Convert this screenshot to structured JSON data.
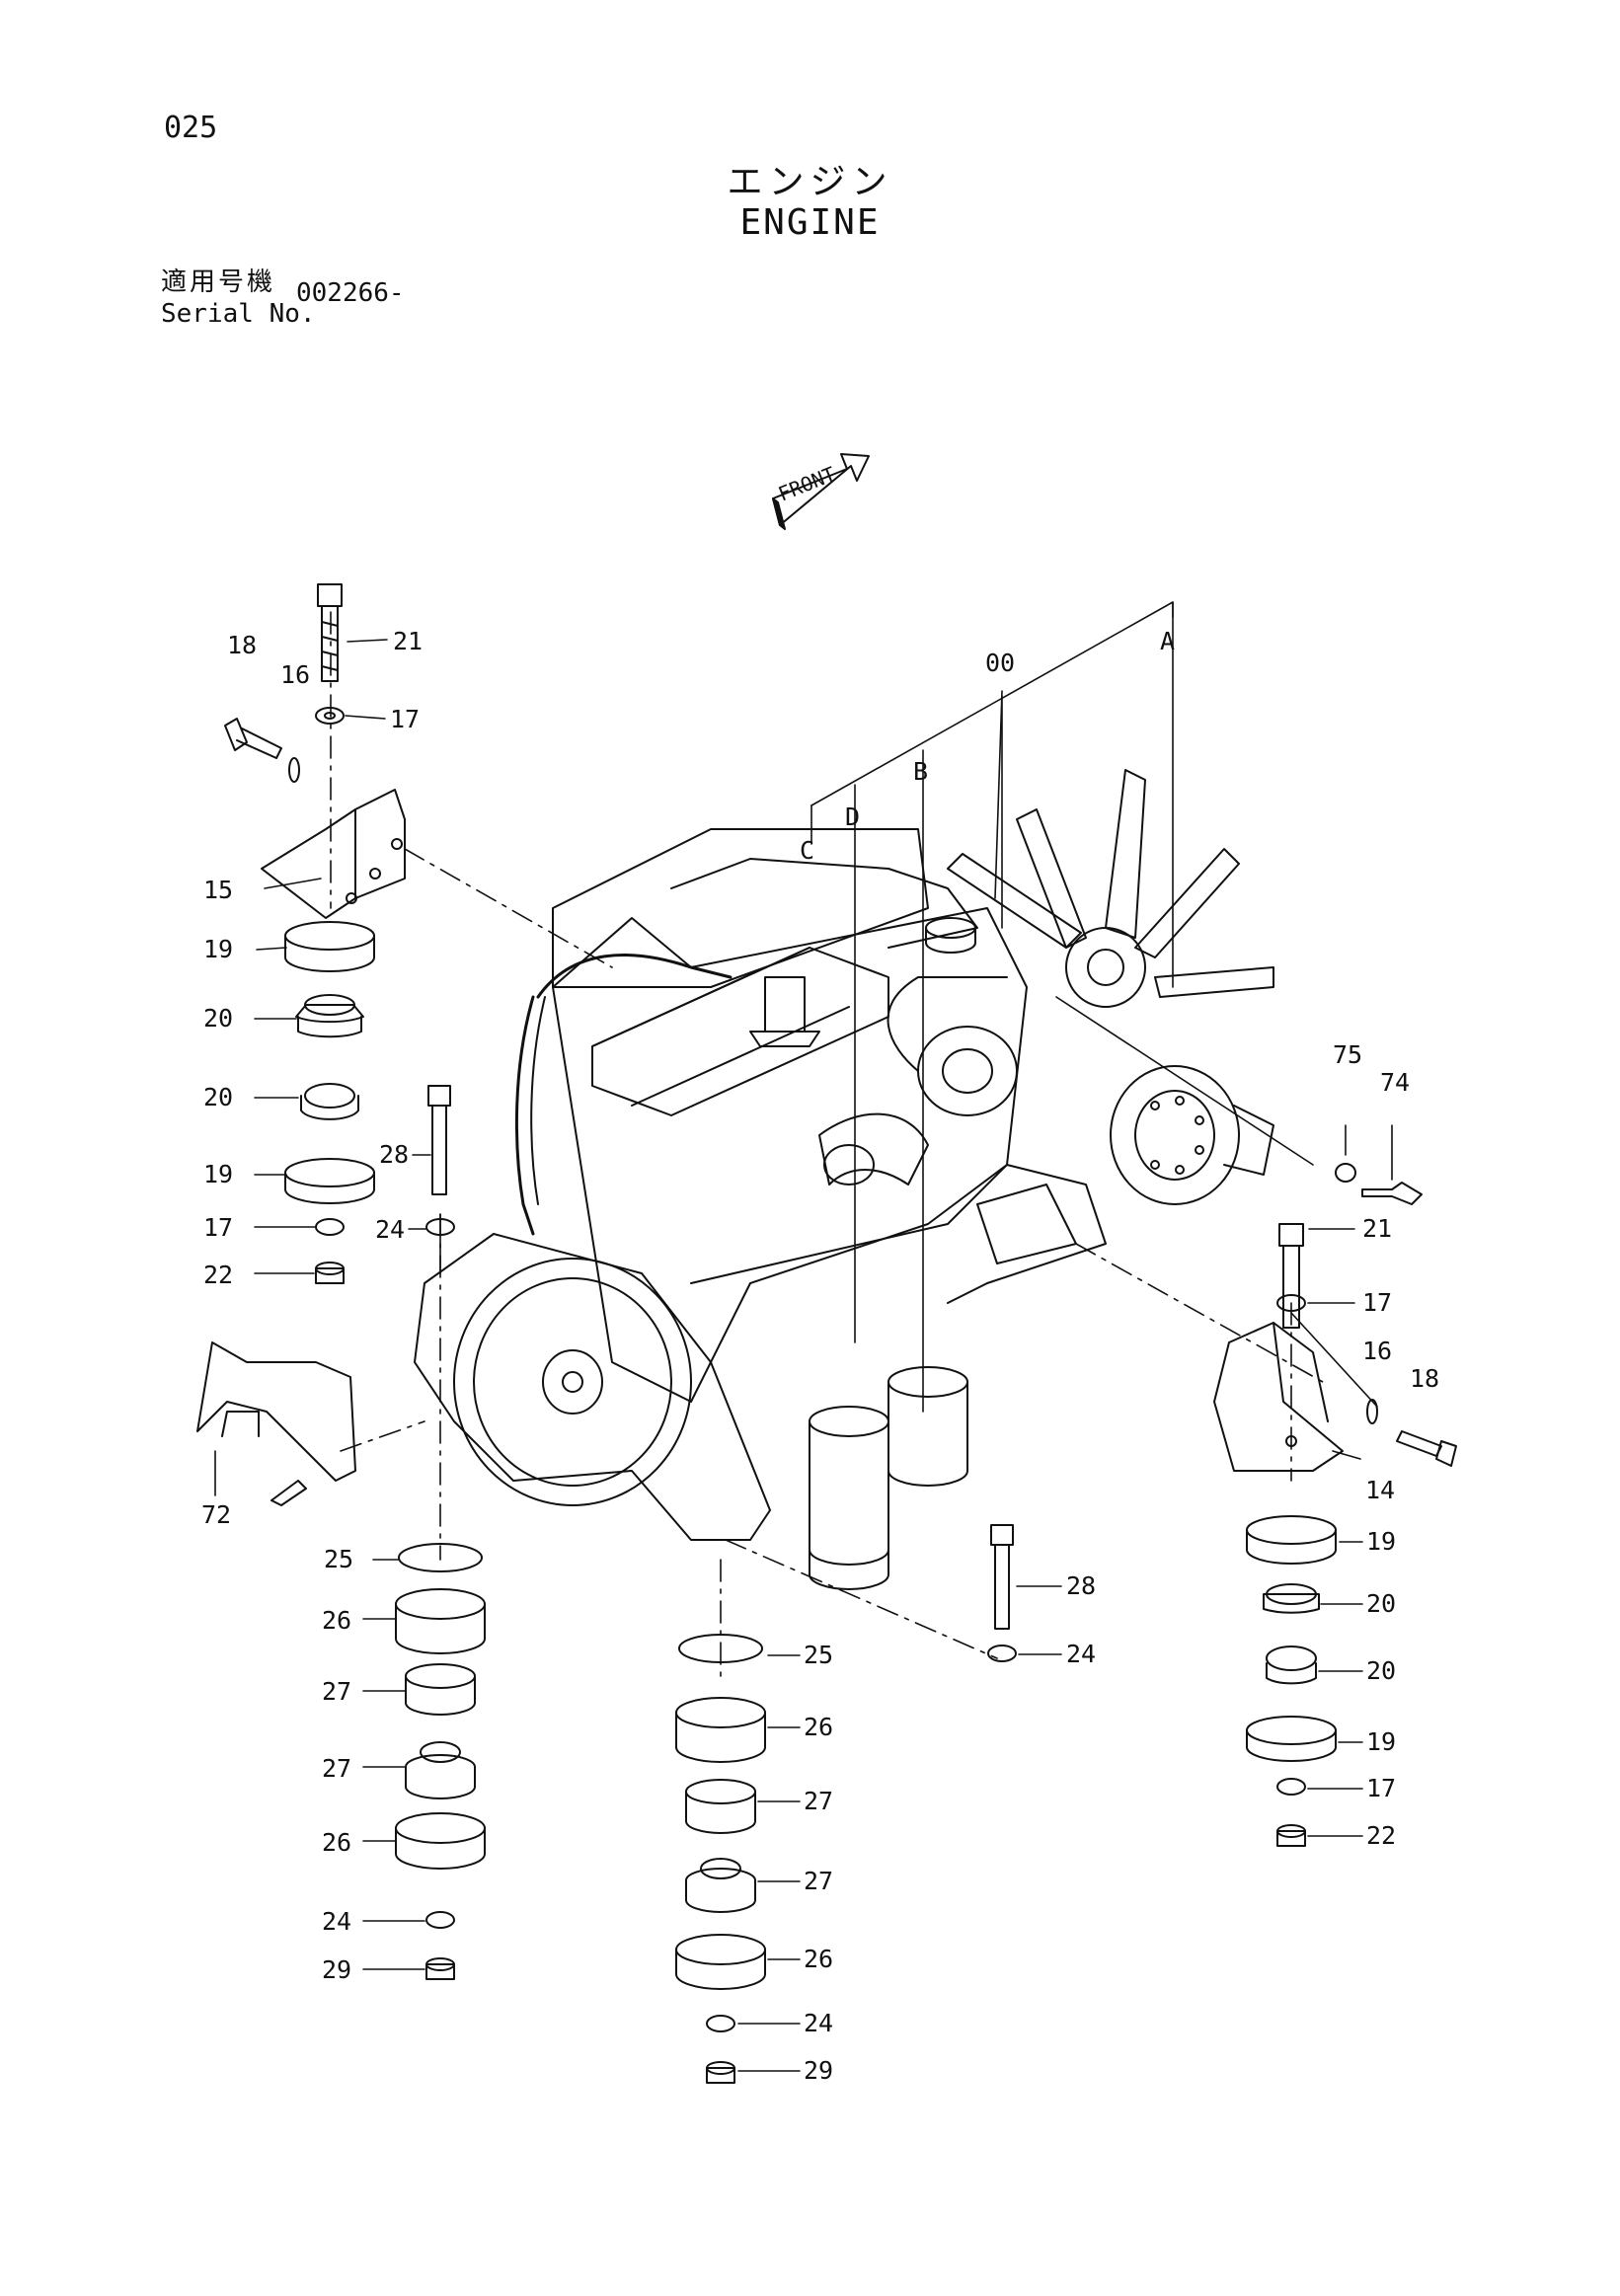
{
  "page_number": "025",
  "title_ja": "エンジン",
  "title_en": "ENGINE",
  "serial": {
    "label_ja": "適用号機",
    "label_en": "Serial No.",
    "value": "002266-"
  },
  "front_label": "FRONT",
  "callouts": [
    "18",
    "16",
    "21",
    "17",
    "15",
    "19",
    "20",
    "20",
    "19",
    "17",
    "22",
    "28",
    "24",
    "72",
    "25",
    "26",
    "27",
    "27",
    "26",
    "24",
    "29",
    "00",
    "A",
    "B",
    "C",
    "D",
    "75",
    "74",
    "21",
    "17",
    "16",
    "18",
    "14",
    "19",
    "20",
    "20",
    "19",
    "17",
    "22",
    "28",
    "24",
    "25",
    "26",
    "27",
    "27",
    "26",
    "24",
    "29"
  ]
}
